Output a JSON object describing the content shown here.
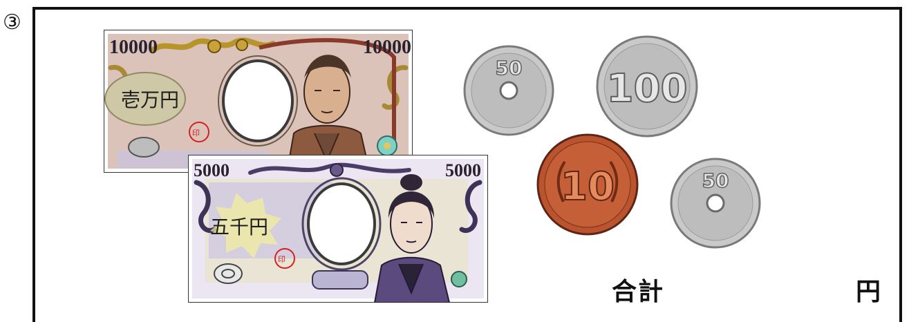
{
  "question_number": "③",
  "bills": [
    {
      "value_label": "10000",
      "kanji_label": "壱万円"
    },
    {
      "value_label": "5000",
      "kanji_label": "五千円"
    }
  ],
  "coins": [
    {
      "value": "50"
    },
    {
      "value": "100"
    },
    {
      "value": "10"
    },
    {
      "value": "50"
    }
  ],
  "total": {
    "label": "合計",
    "answer": "",
    "unit": "円"
  }
}
